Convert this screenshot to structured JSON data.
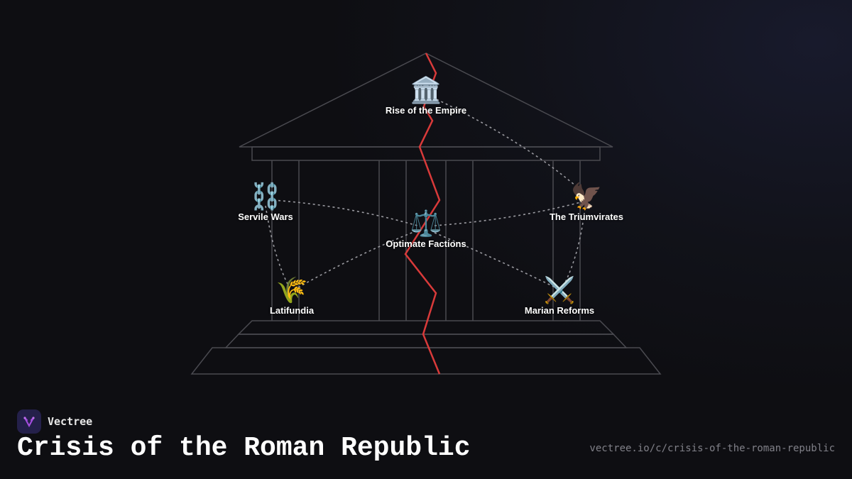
{
  "brand": {
    "name": "Vectree"
  },
  "title": "Crisis of the Roman Republic",
  "url": "vectree.io/c/crisis-of-the-roman-republic",
  "colors": {
    "crack": "#d93a3a",
    "temple": "#4a4a50",
    "edge": "#9a9aa0"
  },
  "nodes": [
    {
      "id": "empire",
      "label": "Rise of the Empire",
      "icon": "🏛️",
      "icon_name": "classical-building-icon"
    },
    {
      "id": "servile",
      "label": "Servile Wars",
      "icon": "⛓️",
      "icon_name": "chains-icon"
    },
    {
      "id": "triumvirates",
      "label": "The Triumvirates",
      "icon": "🦅",
      "icon_name": "eagle-icon"
    },
    {
      "id": "optimate",
      "label": "Optimate Factions",
      "icon": "⚖️",
      "icon_name": "scales-icon"
    },
    {
      "id": "latifundia",
      "label": "Latifundia",
      "icon": "🌾",
      "icon_name": "wheat-icon"
    },
    {
      "id": "marian",
      "label": "Marian Reforms",
      "icon": "⚔️",
      "icon_name": "crossed-swords-icon"
    }
  ]
}
